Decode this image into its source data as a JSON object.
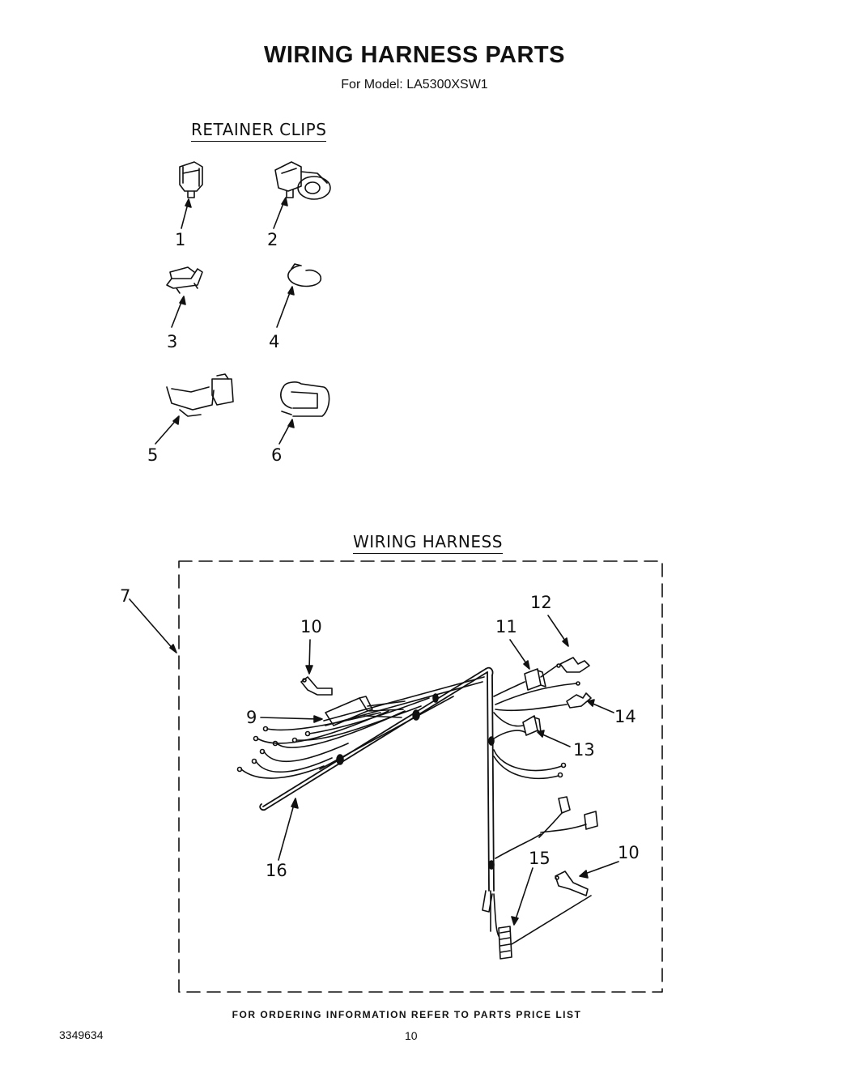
{
  "header": {
    "title": "WIRING HARNESS PARTS",
    "model_line": "For Model: LA5300XSW1"
  },
  "sections": {
    "retainer_clips": "RETAINER CLIPS",
    "wiring_harness": "WIRING HARNESS"
  },
  "callouts": {
    "c1": "1",
    "c2": "2",
    "c3": "3",
    "c4": "4",
    "c5": "5",
    "c6": "6",
    "c7": "7",
    "c9": "9",
    "c10a": "10",
    "c10b": "10",
    "c11": "11",
    "c12": "12",
    "c13": "13",
    "c14": "14",
    "c15": "15",
    "c16": "16"
  },
  "footer": {
    "note": "FOR ORDERING INFORMATION REFER TO PARTS PRICE LIST",
    "doc_number": "3349634",
    "page_number": "10"
  }
}
